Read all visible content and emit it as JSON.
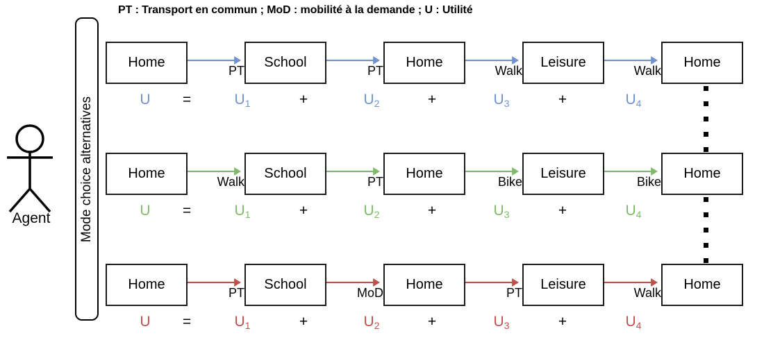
{
  "legend": {
    "text": "PT : Transport en commun ; MoD : mobilité à la demande ; U : Utilité"
  },
  "agent": {
    "label": "Agent",
    "icon": "stick-figure-icon"
  },
  "mode_panel": {
    "label": "Mode choice alternatives"
  },
  "colors": {
    "alternative_1": "#6F93CE",
    "alternative_2": "#7FBA6B",
    "alternative_3": "#C0504D",
    "text": "#000000",
    "box_border": "#1a1a1a"
  },
  "alternatives": [
    {
      "id": "alternative-1",
      "color": "#6F93CE",
      "activities": [
        "Home",
        "School",
        "Home",
        "Leisure",
        "Home"
      ],
      "modes": [
        "PT",
        "PT",
        "Walk",
        "Walk"
      ],
      "equation": {
        "total": "U",
        "equals": "=",
        "plus": "+",
        "terms": [
          "U1",
          "U2",
          "U3",
          "U4"
        ],
        "term_base": "U",
        "term_subscripts": [
          "1",
          "2",
          "3",
          "4"
        ]
      }
    },
    {
      "id": "alternative-2",
      "color": "#7FBA6B",
      "activities": [
        "Home",
        "School",
        "Home",
        "Leisure",
        "Home"
      ],
      "modes": [
        "Walk",
        "PT",
        "Bike",
        "Bike"
      ],
      "equation": {
        "total": "U",
        "equals": "=",
        "plus": "+",
        "terms": [
          "U1",
          "U2",
          "U3",
          "U4"
        ],
        "term_base": "U",
        "term_subscripts": [
          "1",
          "2",
          "3",
          "4"
        ]
      }
    },
    {
      "id": "alternative-3",
      "color": "#C0504D",
      "activities": [
        "Home",
        "School",
        "Home",
        "Leisure",
        "Home"
      ],
      "modes": [
        "PT",
        "MoD",
        "PT",
        "Walk"
      ],
      "equation": {
        "total": "U",
        "equals": "=",
        "plus": "+",
        "terms": [
          "U1",
          "U2",
          "U3",
          "U4"
        ],
        "term_base": "U",
        "term_subscripts": [
          "1",
          "2",
          "3",
          "4"
        ]
      }
    }
  ],
  "ellipsis": {
    "symbol": "vertical-dots",
    "count": 5
  }
}
